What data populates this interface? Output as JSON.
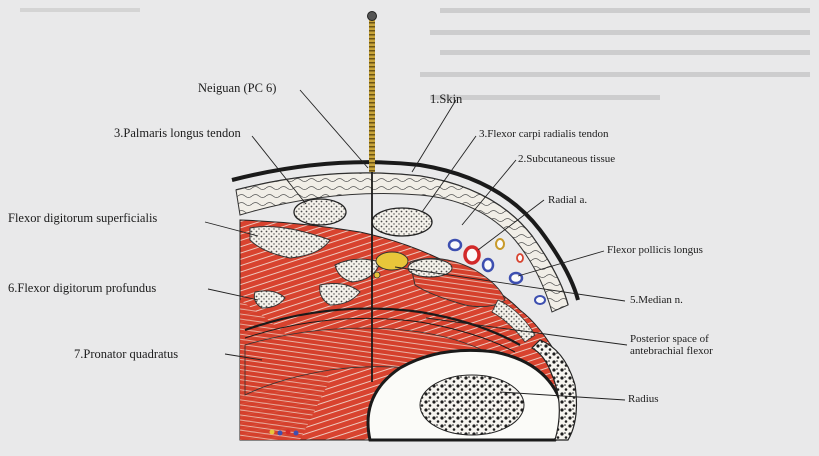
{
  "labels": {
    "neiguan": "Neiguan (PC 6)",
    "skin": "1.Skin",
    "palmaris": "3.Palmaris longus tendon",
    "flexor_carpi": "3.Flexor carpi radialis tendon",
    "subcutaneous": "2.Subcutaneous tissue",
    "radial_a": "Radial a.",
    "fds": "Flexor digitorum superficialis",
    "fpl": "Flexor pollicis longus",
    "fdp": "6.Flexor digitorum profundus",
    "median": "5.Median n.",
    "pronator": "7.Pronator quadratus",
    "posterior_l1": "Posterior space of",
    "posterior_l2": "antebrachial flexor",
    "radius": "Radius"
  },
  "colors": {
    "muscle": "#d8432f",
    "bone": "#1e1e1e",
    "tendon": "#f2eee6",
    "nerve": "#e8c63a",
    "artery": "#d22a2a",
    "vein": "#3d4fb0",
    "needle": "#c8a43a",
    "paper": "#e9e9ea"
  }
}
